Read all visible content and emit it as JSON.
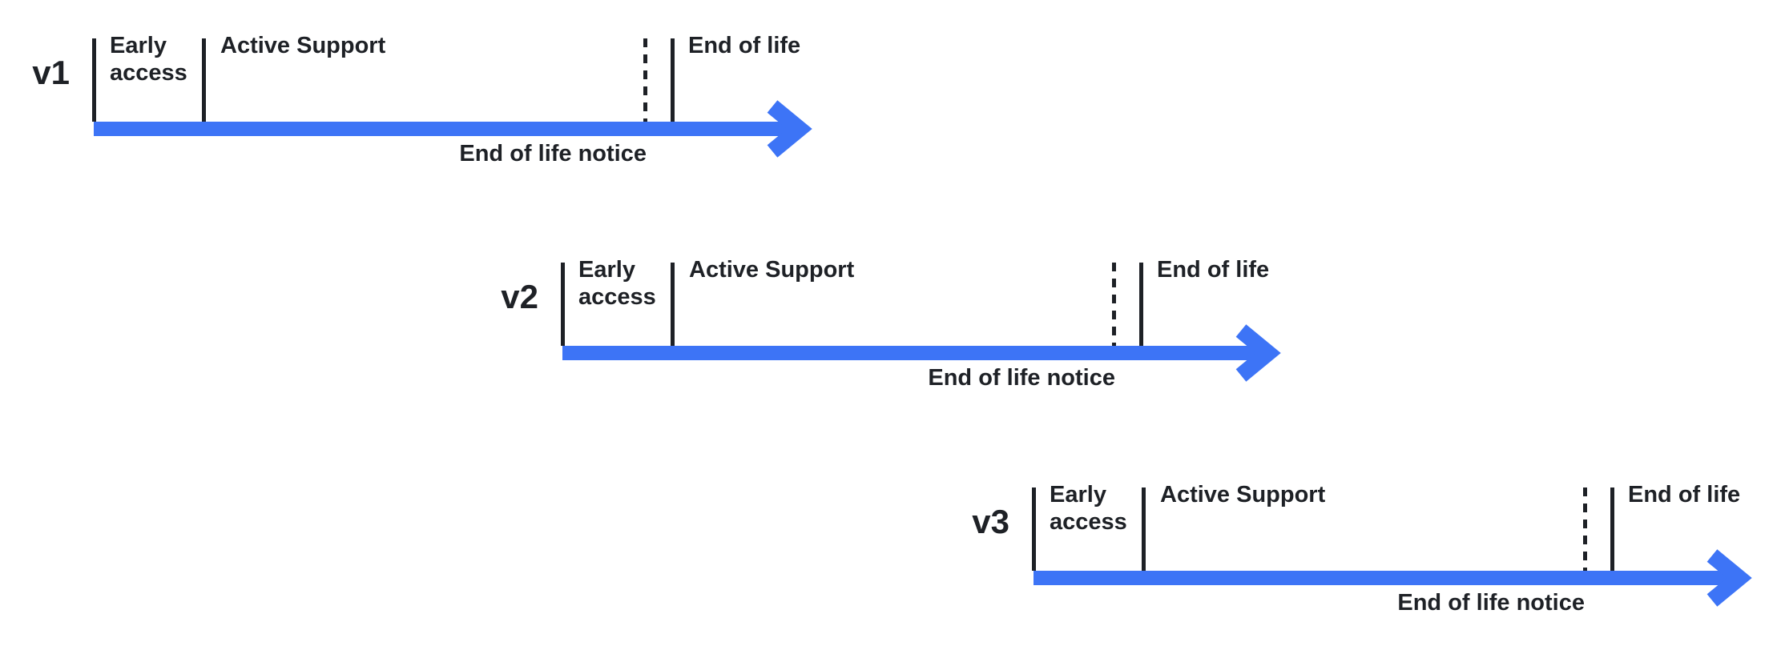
{
  "diagram": {
    "colors": {
      "accent_blue": "#3d74f6",
      "text": "#1e2126",
      "background": "#ffffff"
    },
    "timelines": [
      {
        "version": "v1",
        "phases": {
          "early": "Early access",
          "active": "Active Support",
          "eol": "End of life"
        },
        "notice": "End of life notice"
      },
      {
        "version": "v2",
        "phases": {
          "early": "Early access",
          "active": "Active Support",
          "eol": "End of life"
        },
        "notice": "End of life notice"
      },
      {
        "version": "v3",
        "phases": {
          "early": "Early access",
          "active": "Active Support",
          "eol": "End of life"
        },
        "notice": "End of life notice"
      }
    ]
  }
}
